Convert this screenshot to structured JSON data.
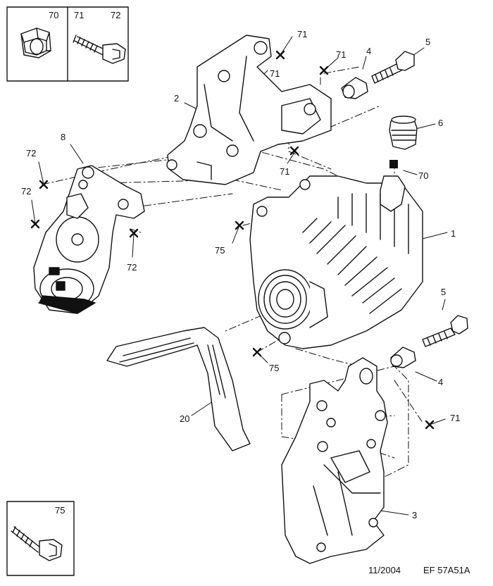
{
  "inset_top": {
    "codes": [
      "70",
      "71",
      "72"
    ]
  },
  "inset_bottom": {
    "codes": [
      "75"
    ]
  },
  "callouts": [
    "1",
    "2",
    "3",
    "4",
    "4",
    "5",
    "5",
    "6",
    "8",
    "20",
    "70",
    "71",
    "71",
    "71",
    "71",
    "71",
    "72",
    "72",
    "72",
    "75",
    "75"
  ],
  "footer": {
    "date": "11/2004",
    "reference": "EF 57A51A"
  },
  "colors": {
    "ink": "#111111",
    "paper": "#ffffff"
  }
}
